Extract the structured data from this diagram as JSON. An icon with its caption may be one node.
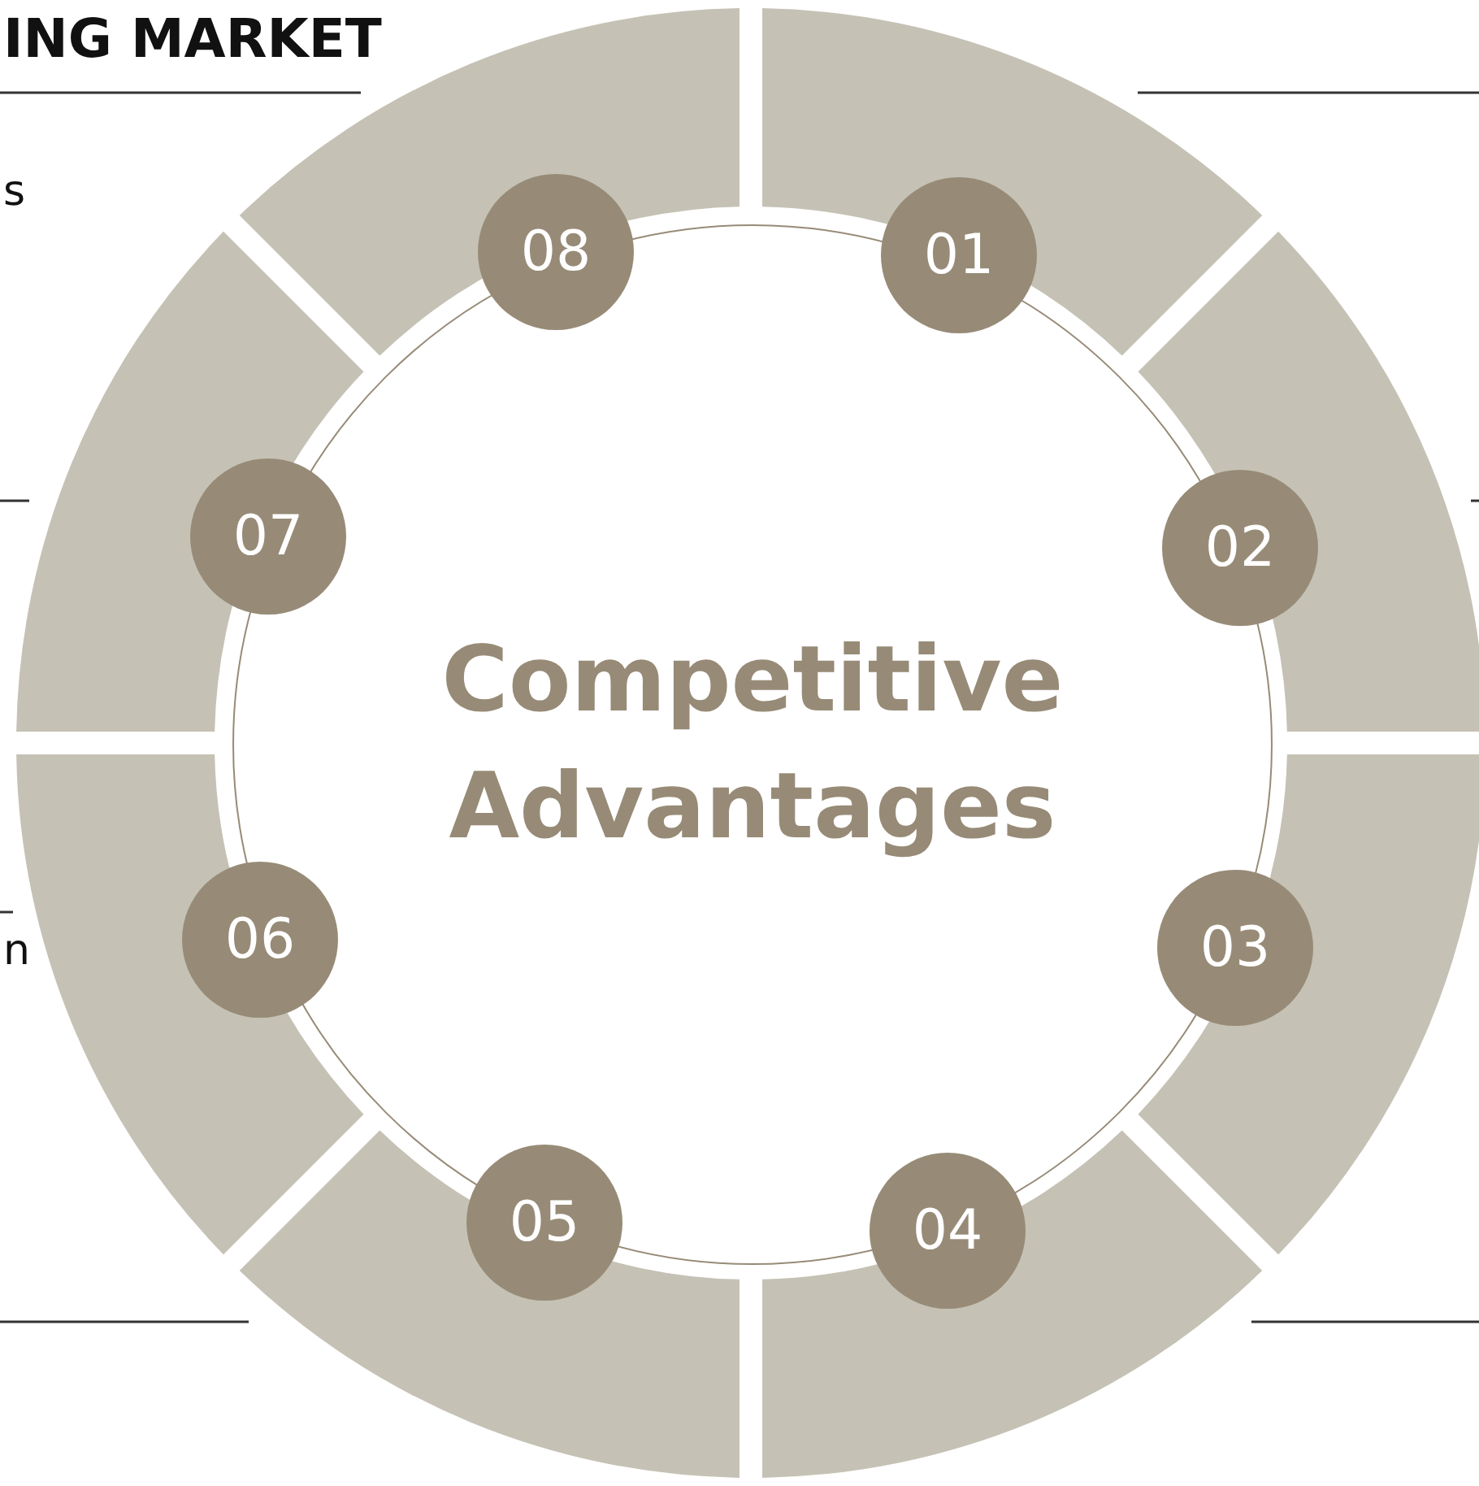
{
  "diagram": {
    "title": "ING MARKET",
    "nodes": [
      {
        "text": [
          "Competitive Advantages"
        ]
      },
      {
        "text": [
          "01"
        ]
      },
      {
        "text": [
          "02"
        ]
      },
      {
        "text": [
          "03"
        ]
      },
      {
        "text": [
          "04"
        ]
      },
      {
        "text": [
          "05"
        ]
      },
      {
        "text": [
          "06"
        ]
      },
      {
        "text": [
          "07"
        ]
      },
      {
        "text": [
          "08"
        ]
      }
    ],
    "edges": [],
    "labels": [
      "s",
      "n"
    ]
  }
}
